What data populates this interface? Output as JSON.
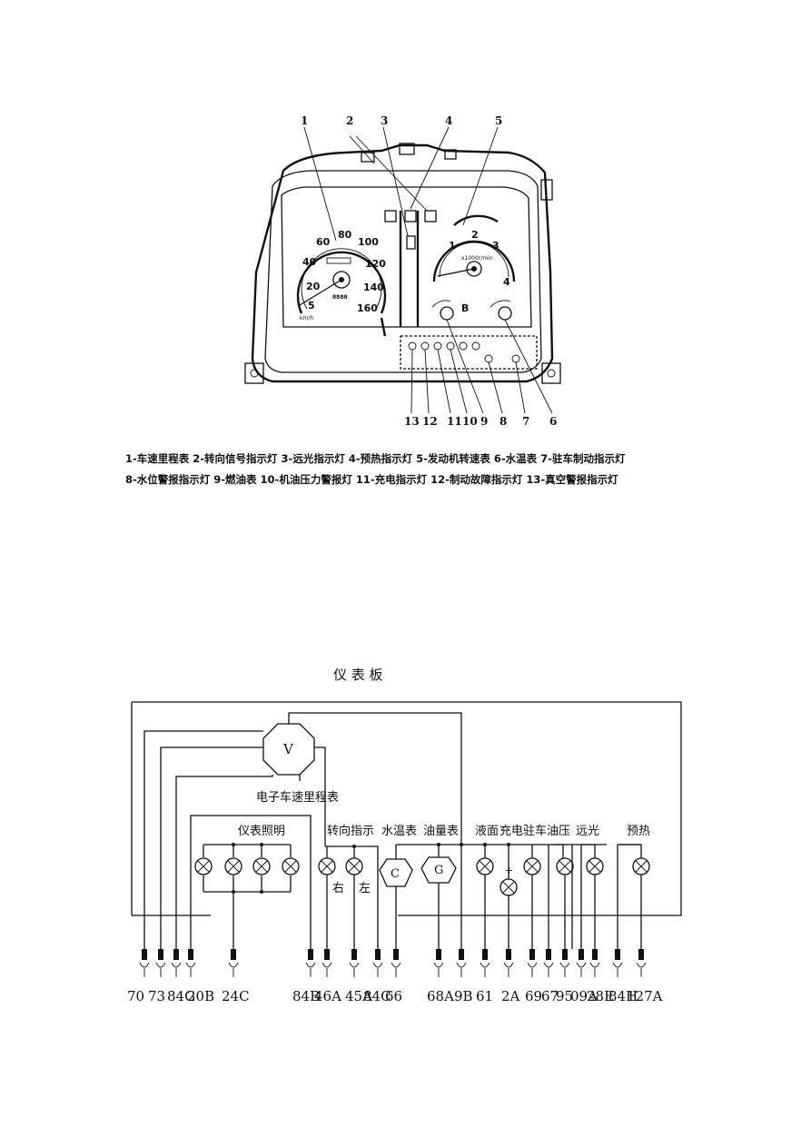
{
  "top_figure": {
    "callout_numbers": [
      "1",
      "2",
      "3",
      "4",
      "5",
      "13",
      "12",
      "11",
      "10",
      "9",
      "8",
      "7",
      "6"
    ],
    "speedometer": {
      "ticks": [
        "20",
        "40",
        "60",
        "80",
        "100",
        "120",
        "140",
        "160"
      ],
      "zero": "5",
      "unit": "km/h",
      "odometer": "8888"
    },
    "tachometer": {
      "ticks": [
        "1",
        "2",
        "3",
        "4"
      ],
      "unit": "x1000r/min"
    },
    "gauge_marks": {
      "fuel_b": "B"
    },
    "legend_line1": "1-车速里程表  2-转向信号指示灯  3-远光指示灯  4-预热指示灯  5-发动机转速表  6-水温表  7-驻车制动指示灯",
    "legend_line2": "8-水位警报指示灯  9-燃油表  10-机油压力警报灯  11-充电指示灯  12-制动故障指示灯  13-真空警报指示灯"
  },
  "wiring": {
    "title": "仪  表  板",
    "meter_symbol": "V",
    "speedometer_label": "电子车速里程表",
    "group_labels": {
      "lighting": "仪表照明",
      "turn": "转向指示",
      "water_temp": "水温表",
      "fuel": "油量表",
      "level": "液面",
      "charge": "充电",
      "parking": "驻车",
      "oil": "油压",
      "high_beam": "远光",
      "preheat": "预热"
    },
    "gauge_symbols": {
      "water": "C",
      "fuel": "G"
    },
    "right_label": "右",
    "left_label": "左",
    "charge_mark": "+",
    "terminals": [
      {
        "text": "70"
      },
      {
        "text": "73"
      },
      {
        "text": "84G"
      },
      {
        "text": "20B"
      },
      {
        "text": "24C"
      },
      {
        "text": "84B"
      },
      {
        "text": "46A"
      },
      {
        "text": "45A"
      },
      {
        "text": "84C"
      },
      {
        "text": "66"
      },
      {
        "text": "68A"
      },
      {
        "text": "9B"
      },
      {
        "text": "61"
      },
      {
        "text": "2A"
      },
      {
        "text": "69"
      },
      {
        "text": "67"
      },
      {
        "text": "95"
      },
      {
        "text": "09A"
      },
      {
        "text": "28E"
      },
      {
        "text": "84H"
      },
      {
        "text": "127A"
      }
    ]
  }
}
